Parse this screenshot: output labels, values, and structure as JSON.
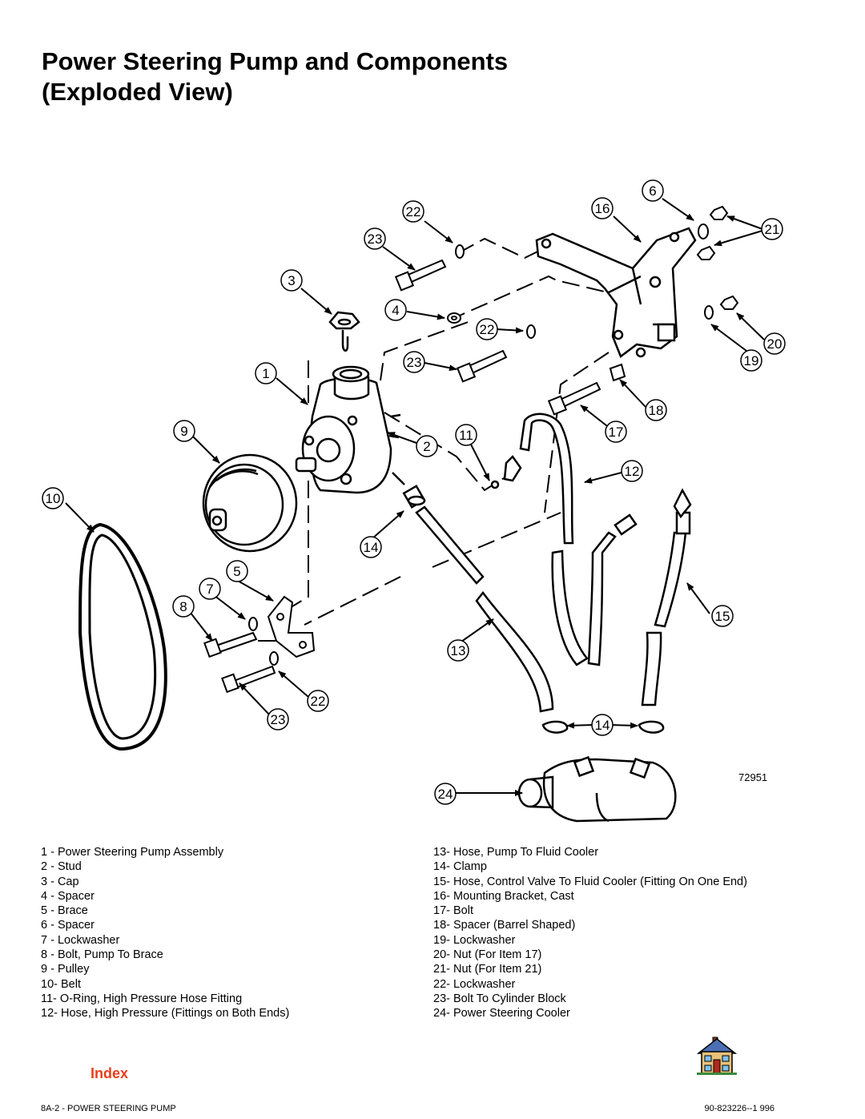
{
  "page": {
    "title_line1": "Power Steering Pump and Components",
    "title_line2": "(Exploded View)"
  },
  "diagram": {
    "figure_code": "72951",
    "callouts": [
      "6",
      "22",
      "16",
      "21",
      "23",
      "3",
      "4",
      "22",
      "20",
      "19",
      "23",
      "1",
      "18",
      "9",
      "11",
      "17",
      "2",
      "12",
      "10",
      "14",
      "5",
      "7",
      "15",
      "8",
      "13",
      "22",
      "23",
      "14",
      "24"
    ]
  },
  "legend": {
    "left": [
      "1  - Power Steering Pump Assembly",
      "2  - Stud",
      "3  - Cap",
      "4  - Spacer",
      "5  - Brace",
      "6  - Spacer",
      "7  - Lockwasher",
      "8  - Bolt, Pump To Brace",
      "9  - Pulley",
      "10- Belt",
      "11- O-Ring, High Pressure Hose Fitting",
      "12- Hose, High Pressure (Fittings on Both Ends)"
    ],
    "right": [
      "13- Hose, Pump To Fluid Cooler",
      "14- Clamp",
      "15- Hose, Control Valve To Fluid Cooler (Fitting On One End)",
      "16- Mounting Bracket, Cast",
      "17- Bolt",
      "18- Spacer (Barrel Shaped)",
      "19- Lockwasher",
      "20- Nut (For Item 17)",
      "21- Nut (For Item 21)",
      "22- Lockwasher",
      "23- Bolt To Cylinder Block",
      "24- Power Steering Cooler"
    ]
  },
  "nav": {
    "index_label": "Index",
    "home_icon": "house-icon"
  },
  "footer": {
    "left": "8A-2 - POWER STEERING PUMP",
    "right": "90-823226--1  996"
  }
}
